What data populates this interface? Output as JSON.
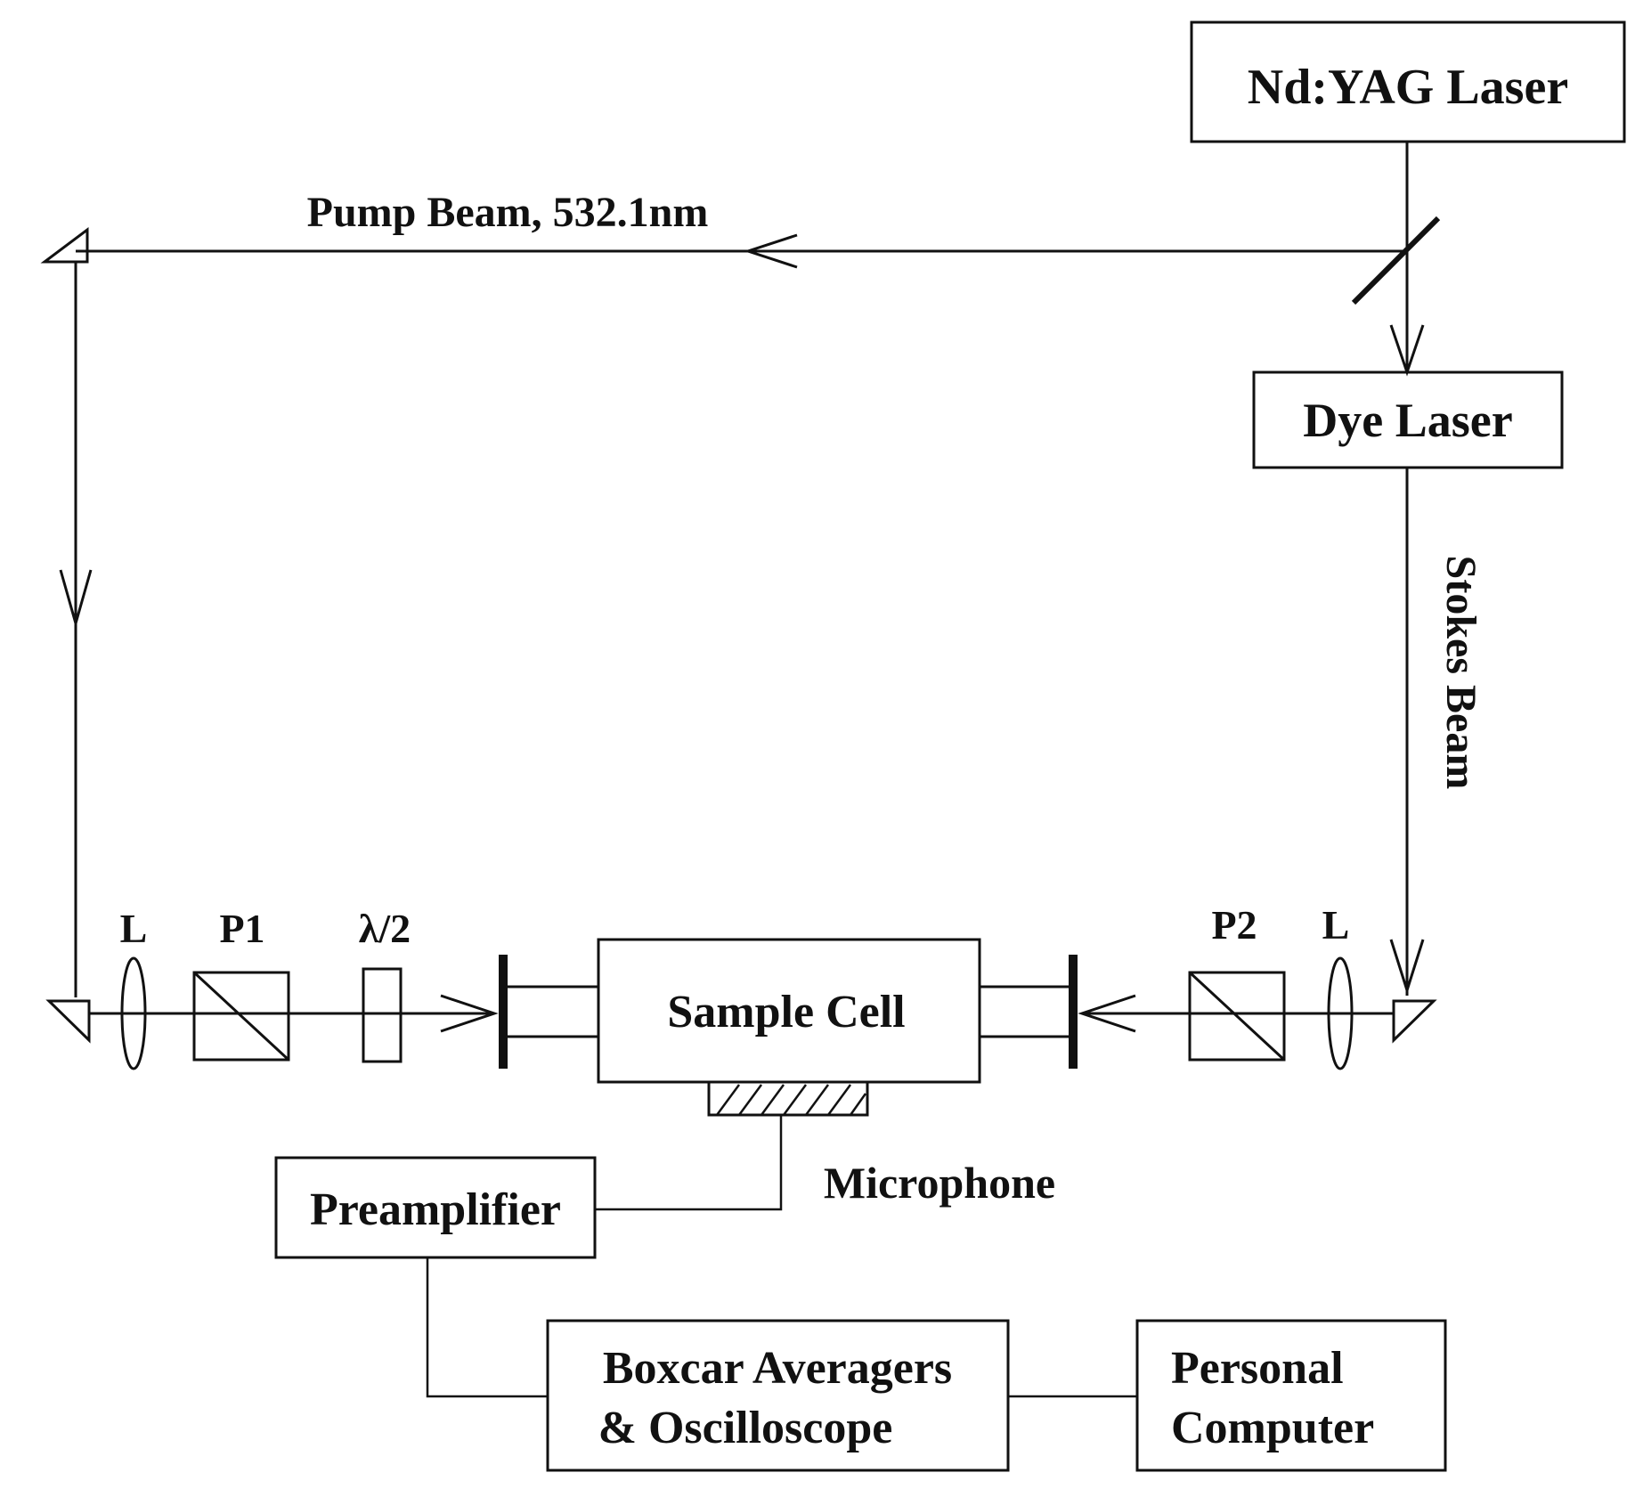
{
  "labels": {
    "nd_yag_laser": "Nd:YAG Laser",
    "pump_beam": "Pump Beam, 532.1nm",
    "dye_laser": "Dye Laser",
    "stokes_beam": "Stokes Beam",
    "lens_left": "L",
    "polarizer_1": "P1",
    "half_wave_plate": "λ/2",
    "polarizer_2": "P2",
    "lens_right": "L",
    "sample_cell": "Sample Cell",
    "microphone": "Microphone",
    "preamplifier": "Preamplifier",
    "boxcar_line1": "Boxcar Averagers",
    "boxcar_line2": "& Oscilloscope",
    "computer_line1": "Personal",
    "computer_line2": "Computer"
  },
  "colors": {
    "stroke": "#111111",
    "background": "#ffffff"
  }
}
